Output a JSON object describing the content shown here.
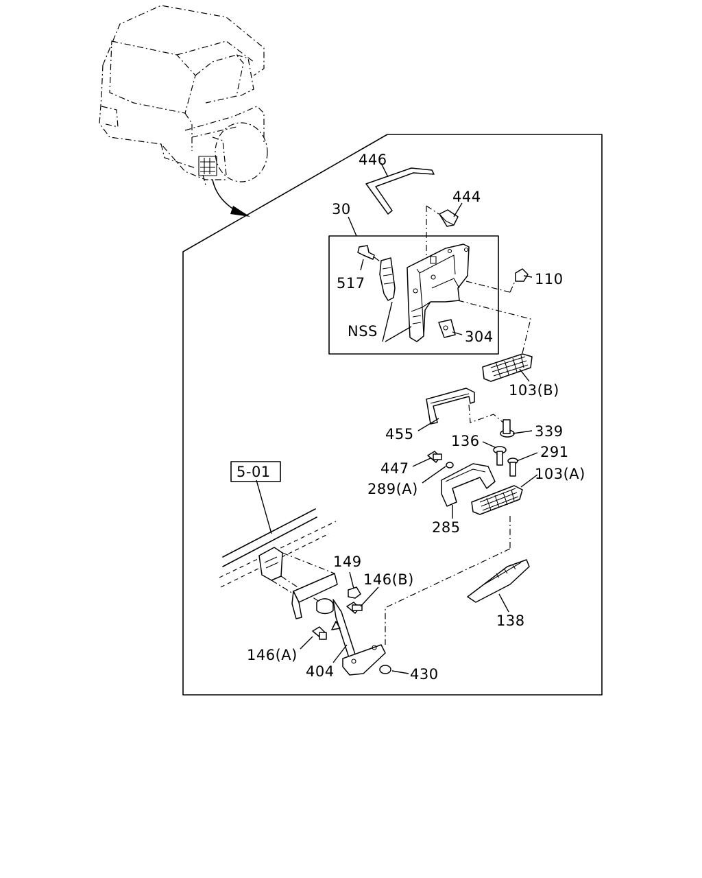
{
  "diagram": {
    "callouts": {
      "c446": "446",
      "c444": "444",
      "c30": "30",
      "c517": "517",
      "c110": "110",
      "cNSS": "NSS",
      "c304": "304",
      "c103b": "103(B)",
      "c455": "455",
      "c339": "339",
      "c136": "136",
      "c291": "291",
      "c447": "447",
      "c103a": "103(A)",
      "c289a": "289(A)",
      "c285": "285",
      "c501": "5-01",
      "c149": "149",
      "c146b": "146(B)",
      "c138": "138",
      "c146a": "146(A)",
      "c404": "404",
      "c430": "430"
    }
  }
}
